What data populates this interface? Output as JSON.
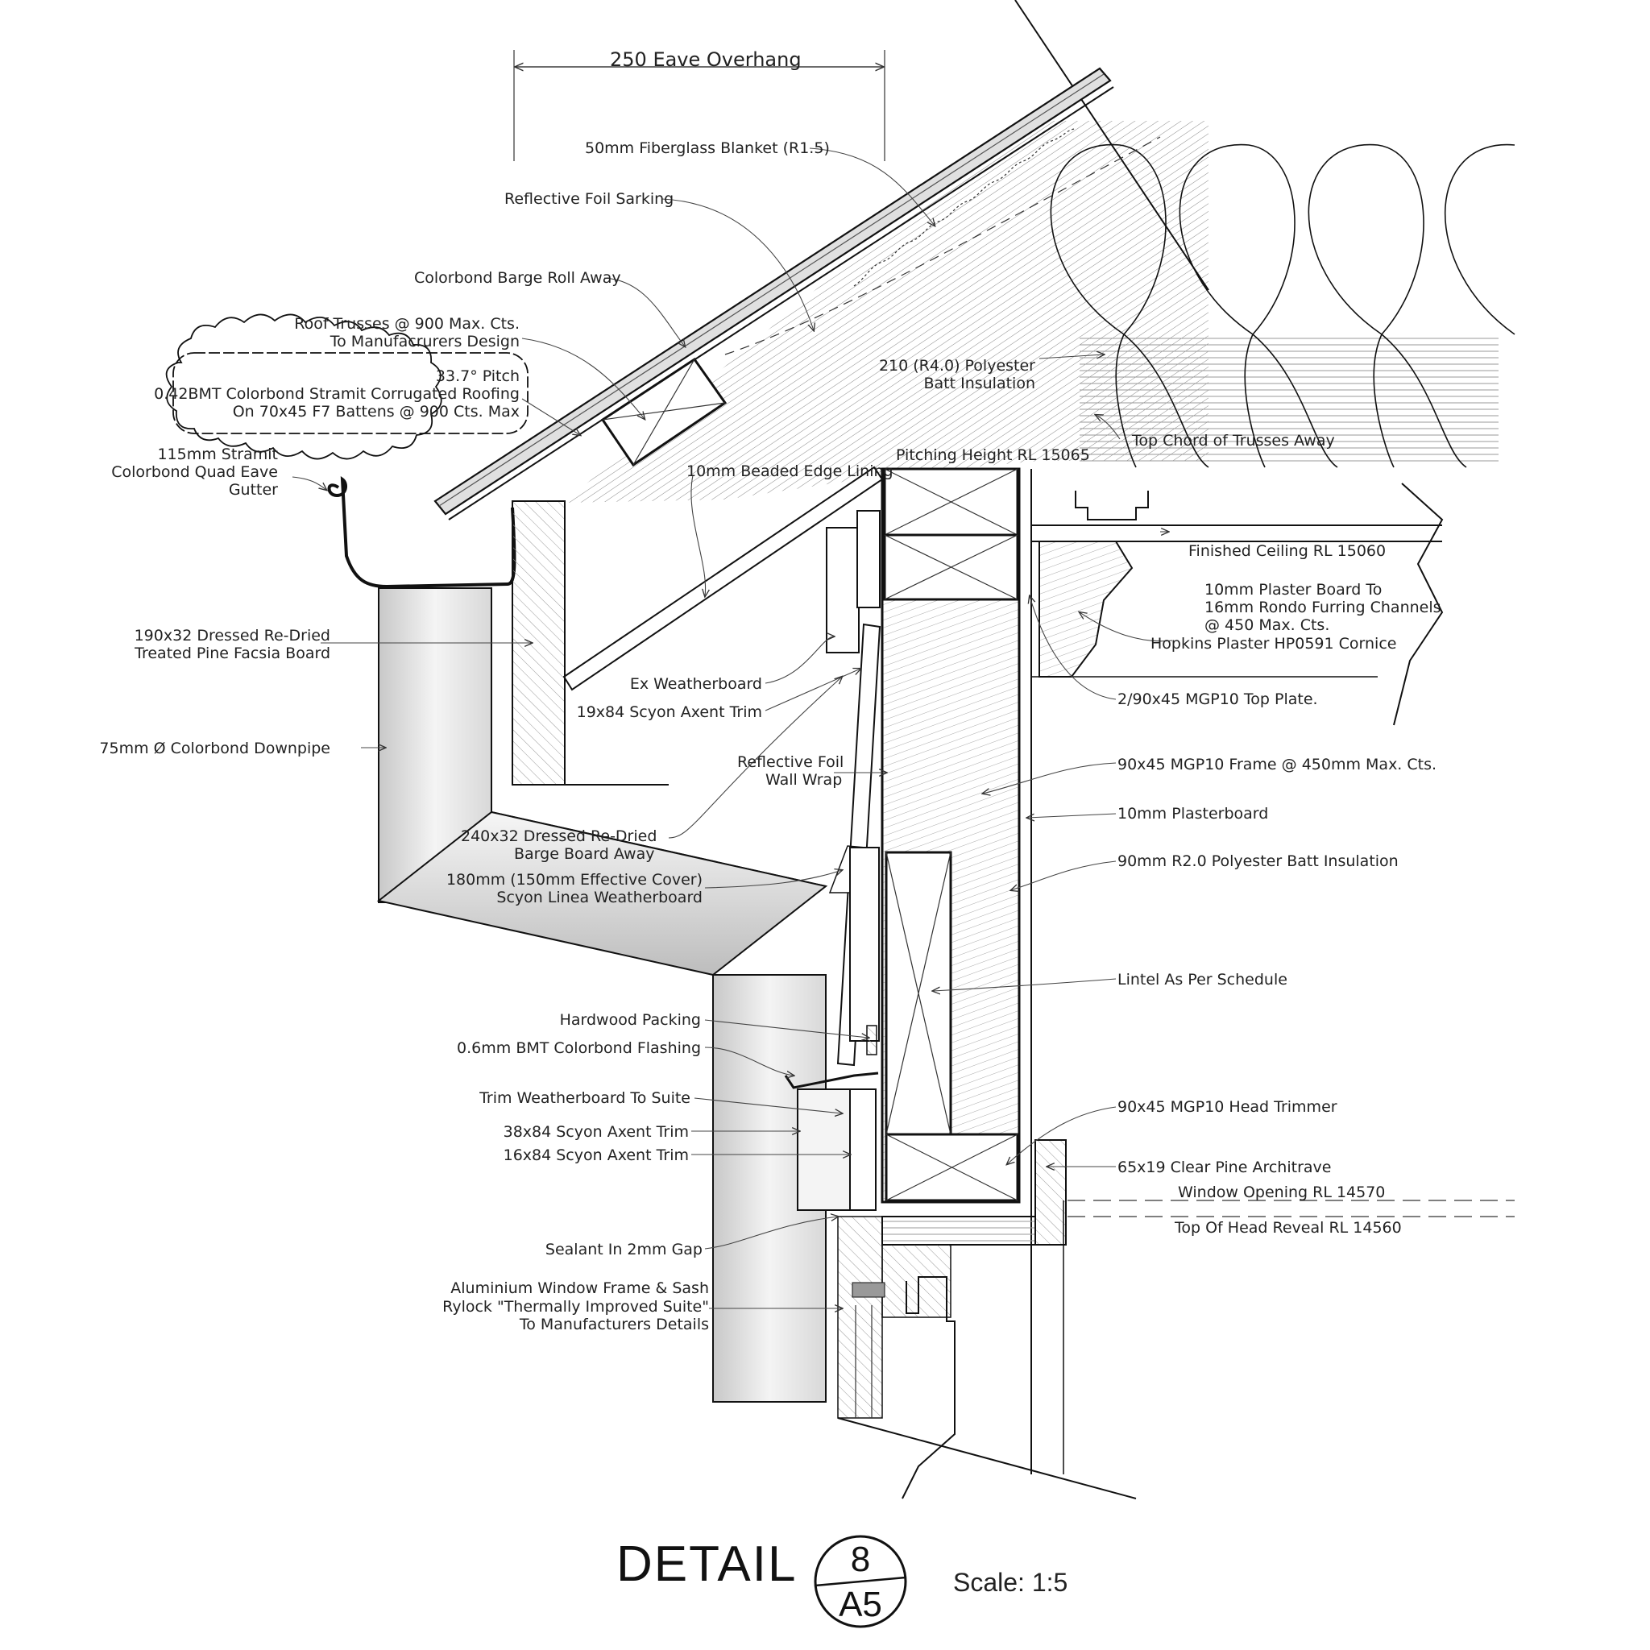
{
  "detail": {
    "title": "DETAIL",
    "number": "8",
    "sheet": "A5",
    "scale": "Scale: 1:5"
  },
  "dimension": {
    "eave_overhang": "250 Eave Overhang"
  },
  "labels": {
    "fiberglass": "50mm Fiberglass Blanket (R1.5)",
    "foil_sarking": "Reflective Foil Sarking",
    "barge_roll": "Colorbond Barge Roll Away",
    "trusses_1": "Roof Trusses @ 900 Max. Cts.",
    "trusses_2": "To Manufacrurers Design",
    "pitch": "33.7° Pitch",
    "roofing_1": "0.42BMT Colorbond Stramit Corrugated Roofing",
    "roofing_2": "On 70x45 F7 Battens @ 900 Cts. Max",
    "gutter_1": "115mm Stramit",
    "gutter_2": "Colorbond Quad Eave",
    "gutter_3": "Gutter",
    "batt_roof_1": "210 (R4.0) Polyester",
    "batt_roof_2": "Batt Insulation",
    "top_chord": "Top Chord of Trusses Away",
    "lining": "10mm Beaded Edge Lining",
    "pitching_height": "Pitching  Height  RL  15065",
    "finished_ceiling": "Finished  Ceiling  RL  15060",
    "plaster_1": "10mm Plaster Board To",
    "plaster_2": "16mm Rondo Furring Channels",
    "plaster_3": "@ 450 Max. Cts.",
    "cornice": "Hopkins Plaster HP0591 Cornice",
    "facsia_1": "190x32 Dressed Re-Dried",
    "facsia_2": "Treated Pine Facsia Board",
    "ex_weatherboard": "Ex Weatherboard",
    "trim_19": "19x84 Scyon Axent Trim",
    "top_plate": "2/90x45 MGP10 Top Plate.",
    "downpipe": "75mm Ø Colorbond Downpipe",
    "wall_wrap_1": "Reflective Foil",
    "wall_wrap_2": "Wall Wrap",
    "frame": "90x45 MGP10 Frame @ 450mm Max. Cts.",
    "plasterboard": "10mm Plasterboard",
    "barge_1": "240x32 Dressed Re-Dried",
    "barge_2": "Barge Board Away",
    "batt_wall": "90mm R2.0 Polyester Batt Insulation",
    "linea_1": "180mm (150mm Effective Cover)",
    "linea_2": "Scyon Linea Weatherboard",
    "lintel": "Lintel As Per Schedule",
    "packing": "Hardwood Packing",
    "flashing": "0.6mm BMT Colorbond Flashing",
    "trim_wb": "Trim Weatherboard To Suite",
    "head_trimmer": "90x45 MGP10 Head Trimmer",
    "trim_38": "38x84 Scyon Axent Trim",
    "trim_16": "16x84 Scyon Axent Trim",
    "architrave": "65x19 Clear Pine Architrave",
    "window_opening": "Window  Opening  RL  14570",
    "head_reveal": "Top  Of  Head  Reveal  RL  14560",
    "sealant": "Sealant In 2mm Gap",
    "window_1": "Aluminium Window Frame & Sash",
    "window_2": "Rylock \"Thermally Improved Suite\"",
    "window_3": "To Manufacturers Details"
  }
}
